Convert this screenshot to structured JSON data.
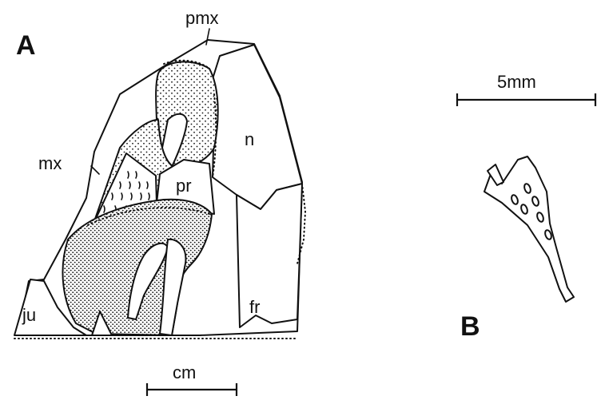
{
  "panels": {
    "a_letter": "A",
    "b_letter": "B"
  },
  "labels": {
    "premaxilla": "pmx",
    "maxilla": "mx",
    "nasal": "n",
    "prefrontal": "pr",
    "jugal": "ju",
    "frontal": "fr"
  },
  "scale_bars": {
    "panel_a": "cm",
    "panel_b": "5mm"
  },
  "colors": {
    "ink": "#111111",
    "background": "#ffffff"
  }
}
